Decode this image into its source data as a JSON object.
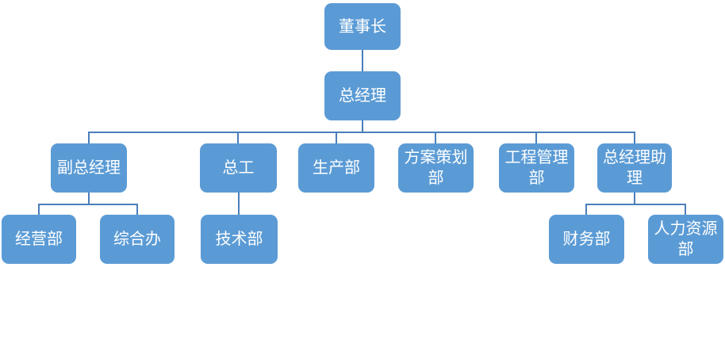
{
  "diagram": {
    "type": "org-chart",
    "colors": {
      "node_fill": "#5b9bd5",
      "connector": "#4a7ebb",
      "node_text": "#ffffff",
      "background": "#ffffff"
    },
    "nodes": {
      "chairman": {
        "label": "董事长",
        "level": 1
      },
      "general_manager": {
        "label": "总经理",
        "level": 2
      },
      "deputy_general_manager": {
        "label": "副总经理",
        "level": 3
      },
      "chief_engineer": {
        "label": "总工",
        "level": 3
      },
      "production_dept": {
        "label": "生产部",
        "level": 3
      },
      "plan_planning_dept": {
        "label": "方案策划部",
        "level": 3
      },
      "engineering_management_dept": {
        "label": "工程管理部",
        "level": 3
      },
      "general_manager_assistant": {
        "label": "总经理助理",
        "level": 3
      },
      "business_dept": {
        "label": "经营部",
        "level": 4
      },
      "general_office": {
        "label": "综合办",
        "level": 4
      },
      "technical_dept": {
        "label": "技术部",
        "level": 4
      },
      "finance_dept": {
        "label": "财务部",
        "level": 4
      },
      "human_resources_dept": {
        "label": "人力资源部",
        "level": 4
      }
    },
    "hierarchy": [
      {
        "parent": "董事长",
        "children": [
          "总经理"
        ]
      },
      {
        "parent": "总经理",
        "children": [
          "副总经理",
          "总工",
          "生产部",
          "方案策划部",
          "工程管理部",
          "总经理助理"
        ]
      },
      {
        "parent": "副总经理",
        "children": [
          "经营部",
          "综合办"
        ]
      },
      {
        "parent": "总工",
        "children": [
          "技术部"
        ]
      },
      {
        "parent": "总经理助理",
        "children": [
          "财务部",
          "人力资源部"
        ]
      }
    ]
  }
}
